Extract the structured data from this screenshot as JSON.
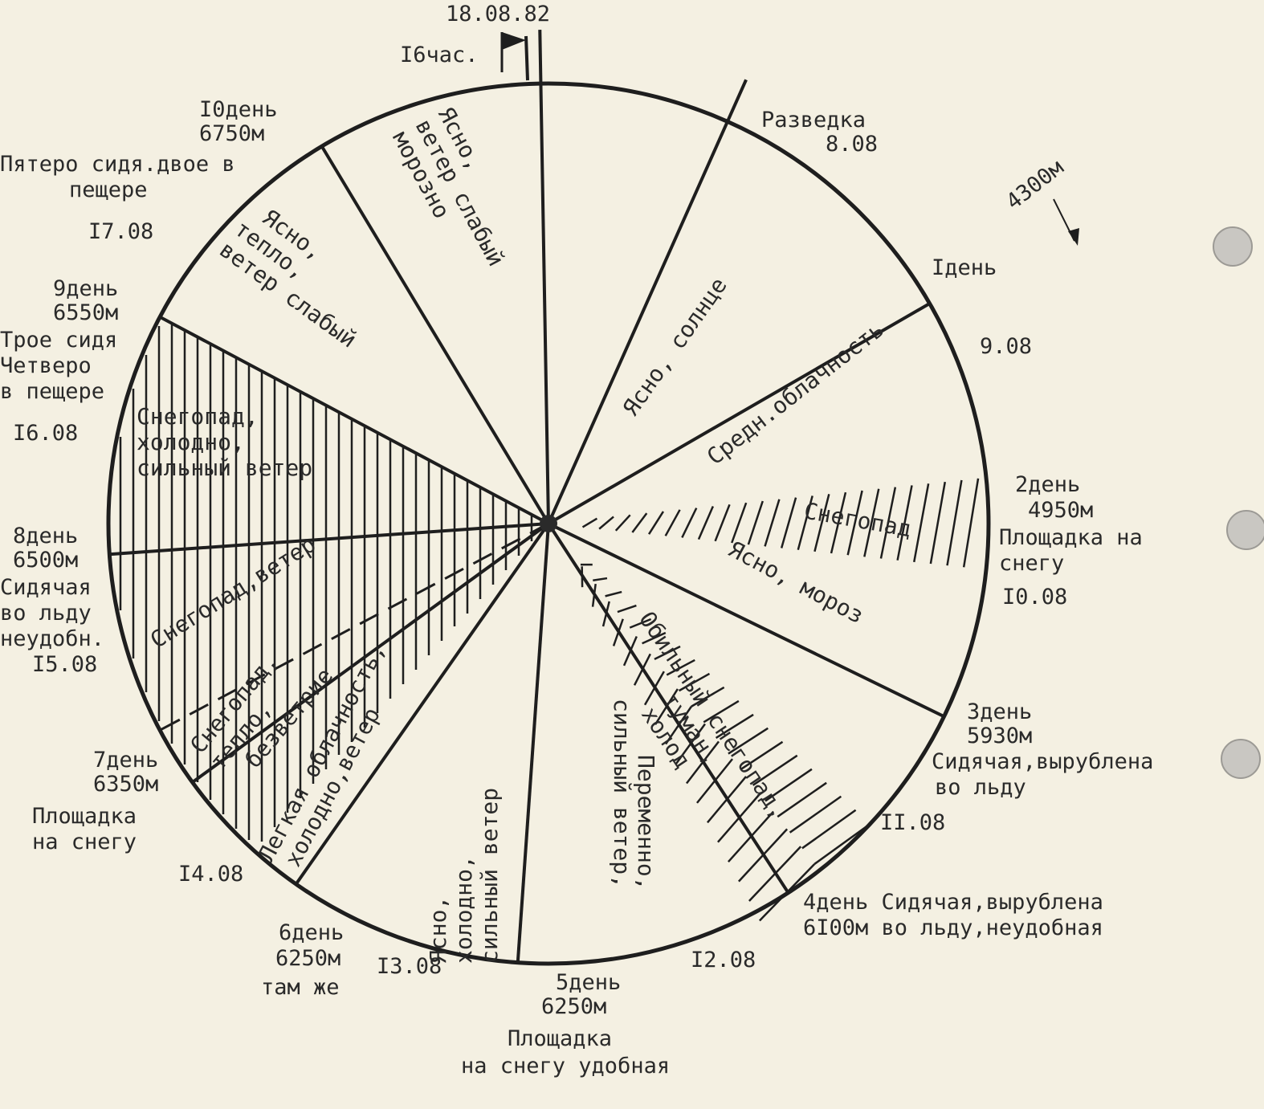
{
  "header": {
    "date": "18.08.82",
    "time": "I6час."
  },
  "altitude_marker": "4300м",
  "radials": [
    {
      "id": "start",
      "lines": [
        "Разведка",
        "8.08"
      ]
    },
    {
      "id": "d1",
      "lines": [
        "Iдень",
        "",
        "9.08"
      ]
    },
    {
      "id": "d2",
      "lines": [
        "2день",
        "4950м",
        "Площадка на",
        "снегу",
        "I0.08"
      ]
    },
    {
      "id": "d3",
      "lines": [
        "3день",
        "5930м",
        "Сидячая,вырублена",
        "во льду",
        "II.08"
      ]
    },
    {
      "id": "d4",
      "lines": [
        "4день Сидячая,вырублена",
        "6I00м во льду,неудобная",
        "I2.08"
      ]
    },
    {
      "id": "d5",
      "lines": [
        "5день",
        "6250м",
        "Площадка",
        "на снегу удобная"
      ]
    },
    {
      "id": "d6",
      "lines": [
        "6день",
        "6250м",
        "там же",
        "I3.08"
      ]
    },
    {
      "id": "d7",
      "lines": [
        "7день",
        "6350м",
        "Площадка",
        "на снегу",
        "I4.08"
      ]
    },
    {
      "id": "d8",
      "lines": [
        "8день",
        "6500м",
        "Сидячая",
        "во льду",
        "неудобн.",
        "I5.08"
      ]
    },
    {
      "id": "d9",
      "lines": [
        "9день",
        "6550м",
        "Трое сидя",
        "Четверо",
        "в пещере",
        "I6.08"
      ]
    },
    {
      "id": "d10",
      "lines": [
        "I0день",
        "6750м",
        "Пятеро сидя.двое в",
        "пещере",
        "I7.08"
      ]
    }
  ],
  "sectors": [
    {
      "id": "s1",
      "lines": [
        "Ясно, солнце"
      ],
      "hatch": "none"
    },
    {
      "id": "s2",
      "lines": [
        "Средн.облачность"
      ],
      "hatch": "none"
    },
    {
      "id": "s3",
      "lines": [
        "Снегопад"
      ],
      "hatch": "slant"
    },
    {
      "id": "s4",
      "lines": [
        "Ясно, мороз"
      ],
      "hatch": "none"
    },
    {
      "id": "s5",
      "lines": [
        "Обильный снегопад,",
        "туман,",
        "холод"
      ],
      "hatch": "slant"
    },
    {
      "id": "s6",
      "lines": [
        "Переменно,",
        "сильный ветер,"
      ],
      "hatch": "none"
    },
    {
      "id": "s7",
      "lines": [
        "Ясно,",
        "холодно,",
        "сильный ветер"
      ],
      "hatch": "none"
    },
    {
      "id": "s8",
      "lines": [
        "Легкая облачность,",
        "холодно,ветер"
      ],
      "hatch": "none"
    },
    {
      "id": "s9",
      "lines": [
        "Снегопад,",
        "тепло,",
        "безветрие"
      ],
      "hatch": "vertical"
    },
    {
      "id": "s10",
      "lines": [
        "Снегопад,ветер"
      ],
      "hatch": "vertical"
    },
    {
      "id": "s11",
      "lines": [
        "Снегопад,",
        "холодно,",
        "сильный ветер"
      ],
      "hatch": "vertical"
    },
    {
      "id": "s12",
      "lines": [
        "Ясно,",
        "тепло,",
        "ветер слабый"
      ],
      "hatch": "none"
    },
    {
      "id": "s13",
      "lines": [
        "Ясно,",
        "ветер слабый",
        "морозно"
      ],
      "hatch": "none"
    }
  ]
}
